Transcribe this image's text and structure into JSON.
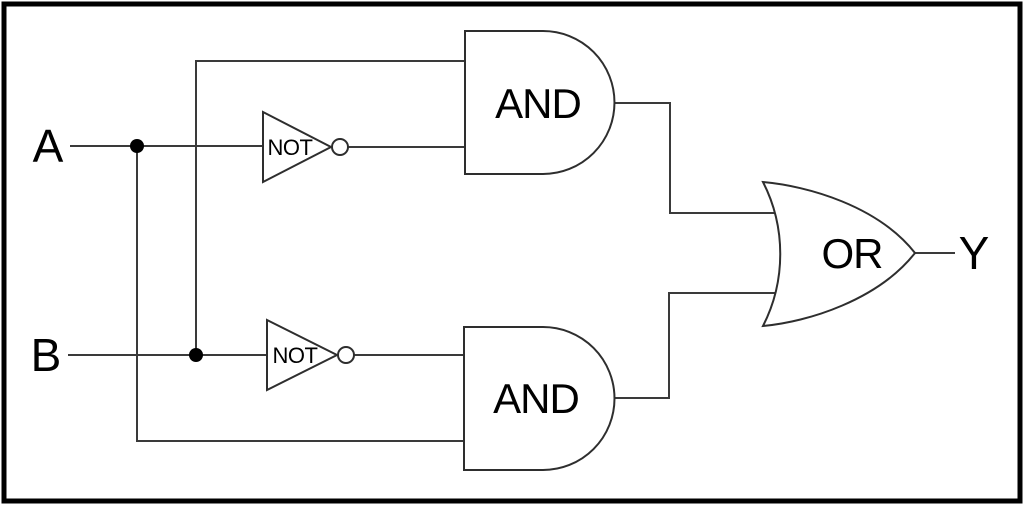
{
  "diagram": {
    "background_color": "#ffffff",
    "border_color": "#000000",
    "wire_color": "#3a3a3a",
    "gate_outline_color": "#2e2e2e",
    "text_color": "#000000",
    "inputs": {
      "a_label": "A",
      "b_label": "B"
    },
    "output": {
      "y_label": "Y"
    },
    "gates": {
      "not_top": {
        "label": "NOT"
      },
      "not_bottom": {
        "label": "NOT"
      },
      "and_top": {
        "label": "AND"
      },
      "and_bottom": {
        "label": "AND"
      },
      "or_gate": {
        "label": "OR"
      }
    }
  }
}
